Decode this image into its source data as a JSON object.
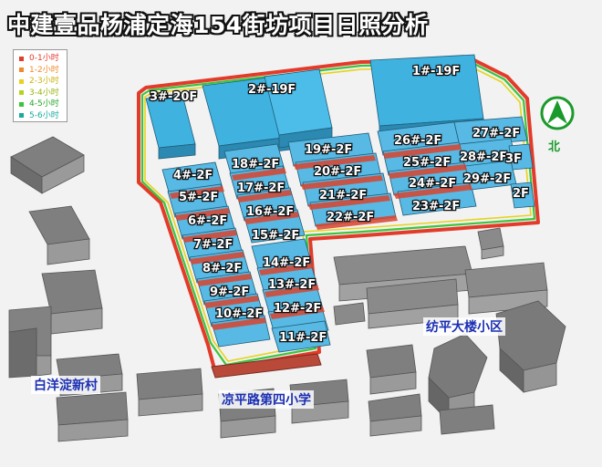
{
  "title": "中建壹品杨浦定海154街坊项目日照分析",
  "legend": [
    {
      "label": "0-1小时",
      "color": "#e23b2a"
    },
    {
      "label": "1-2小时",
      "color": "#f08a2c"
    },
    {
      "label": "2-3小时",
      "color": "#e8d21c"
    },
    {
      "label": "3-4小时",
      "color": "#b5d31e"
    },
    {
      "label": "4-5小时",
      "color": "#3cc43c"
    },
    {
      "label": "5-6小时",
      "color": "#1aa9a0"
    }
  ],
  "north_label": "北",
  "areas": {
    "left_village": "白洋淀新村",
    "school": "凉平路第四小学",
    "community": "纺平大楼小区"
  },
  "buildings": [
    "1#-19F",
    "2#-19F",
    "3#-20F",
    "4#-2F",
    "5#-2F",
    "6#-2F",
    "7#-2F",
    "8#-2F",
    "9#-2F",
    "10#-2F",
    "11#-2F",
    "12#-2F",
    "13#-2F",
    "14#-2F",
    "15#-2F",
    "16#-2F",
    "17#-2F",
    "18#-2F",
    "19#-2F",
    "20#-2F",
    "21#-2F",
    "22#-2F",
    "23#-2F",
    "24#-2F",
    "25#-2F",
    "26#-2F",
    "27#-2F",
    "28#-2F",
    "29#-2F",
    "3F",
    "2F"
  ],
  "colors": {
    "tower": "#3fb2e0",
    "lowrise": "#58b9e4",
    "roof_red": "#d9442e",
    "context": "#8c8c8c",
    "ground": "#f2f2f2"
  }
}
